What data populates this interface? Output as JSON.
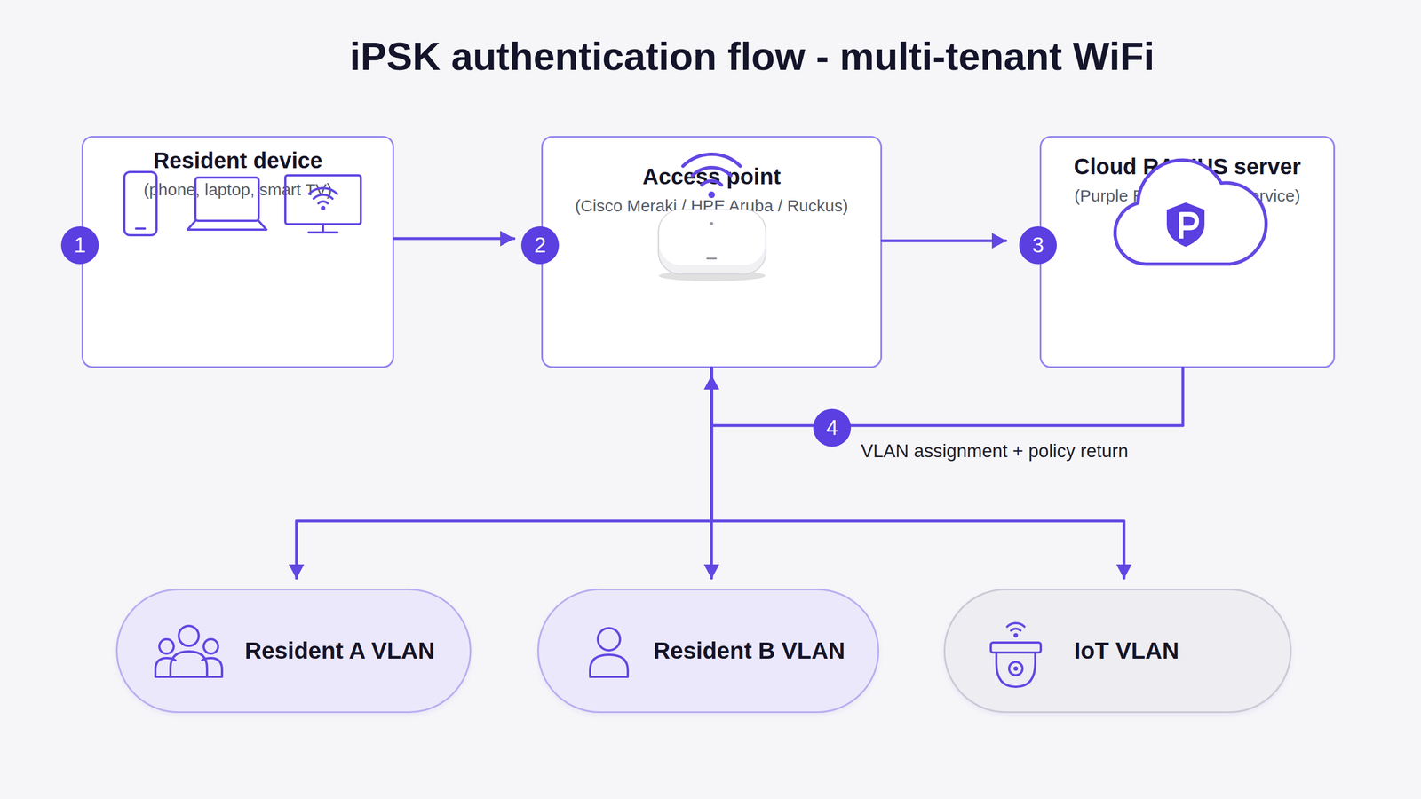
{
  "diagram": {
    "title": "iPSK authentication flow - multi-tenant WiFi",
    "nodes": [
      {
        "text": [
          "Resident device",
          "(phone, laptop, smart TV)"
        ]
      },
      {
        "text": [
          "Access point",
          "(Cisco Meraki / HPE Aruba / Ruckus)"
        ]
      },
      {
        "text": [
          "Cloud RADIUS server",
          "(Purple RADIUS-as-a-Service)"
        ]
      },
      {
        "text": [
          "Resident A VLAN"
        ]
      },
      {
        "text": [
          "Resident B VLAN"
        ]
      },
      {
        "text": [
          "IoT VLAN"
        ]
      }
    ],
    "edges": [
      {
        "from": 0,
        "to": 1,
        "arrow": "to"
      },
      {
        "from": 1,
        "to": 2,
        "arrow": "to"
      },
      {
        "from": 2,
        "to": 1,
        "label": "VLAN assignment + policy return",
        "arrow": "to"
      },
      {
        "from": 1,
        "to": 3,
        "arrow": "to"
      },
      {
        "from": 1,
        "to": 4,
        "arrow": "to"
      },
      {
        "from": 1,
        "to": 5,
        "arrow": "to"
      }
    ],
    "labels": [
      "1",
      "2",
      "3",
      "4"
    ]
  }
}
